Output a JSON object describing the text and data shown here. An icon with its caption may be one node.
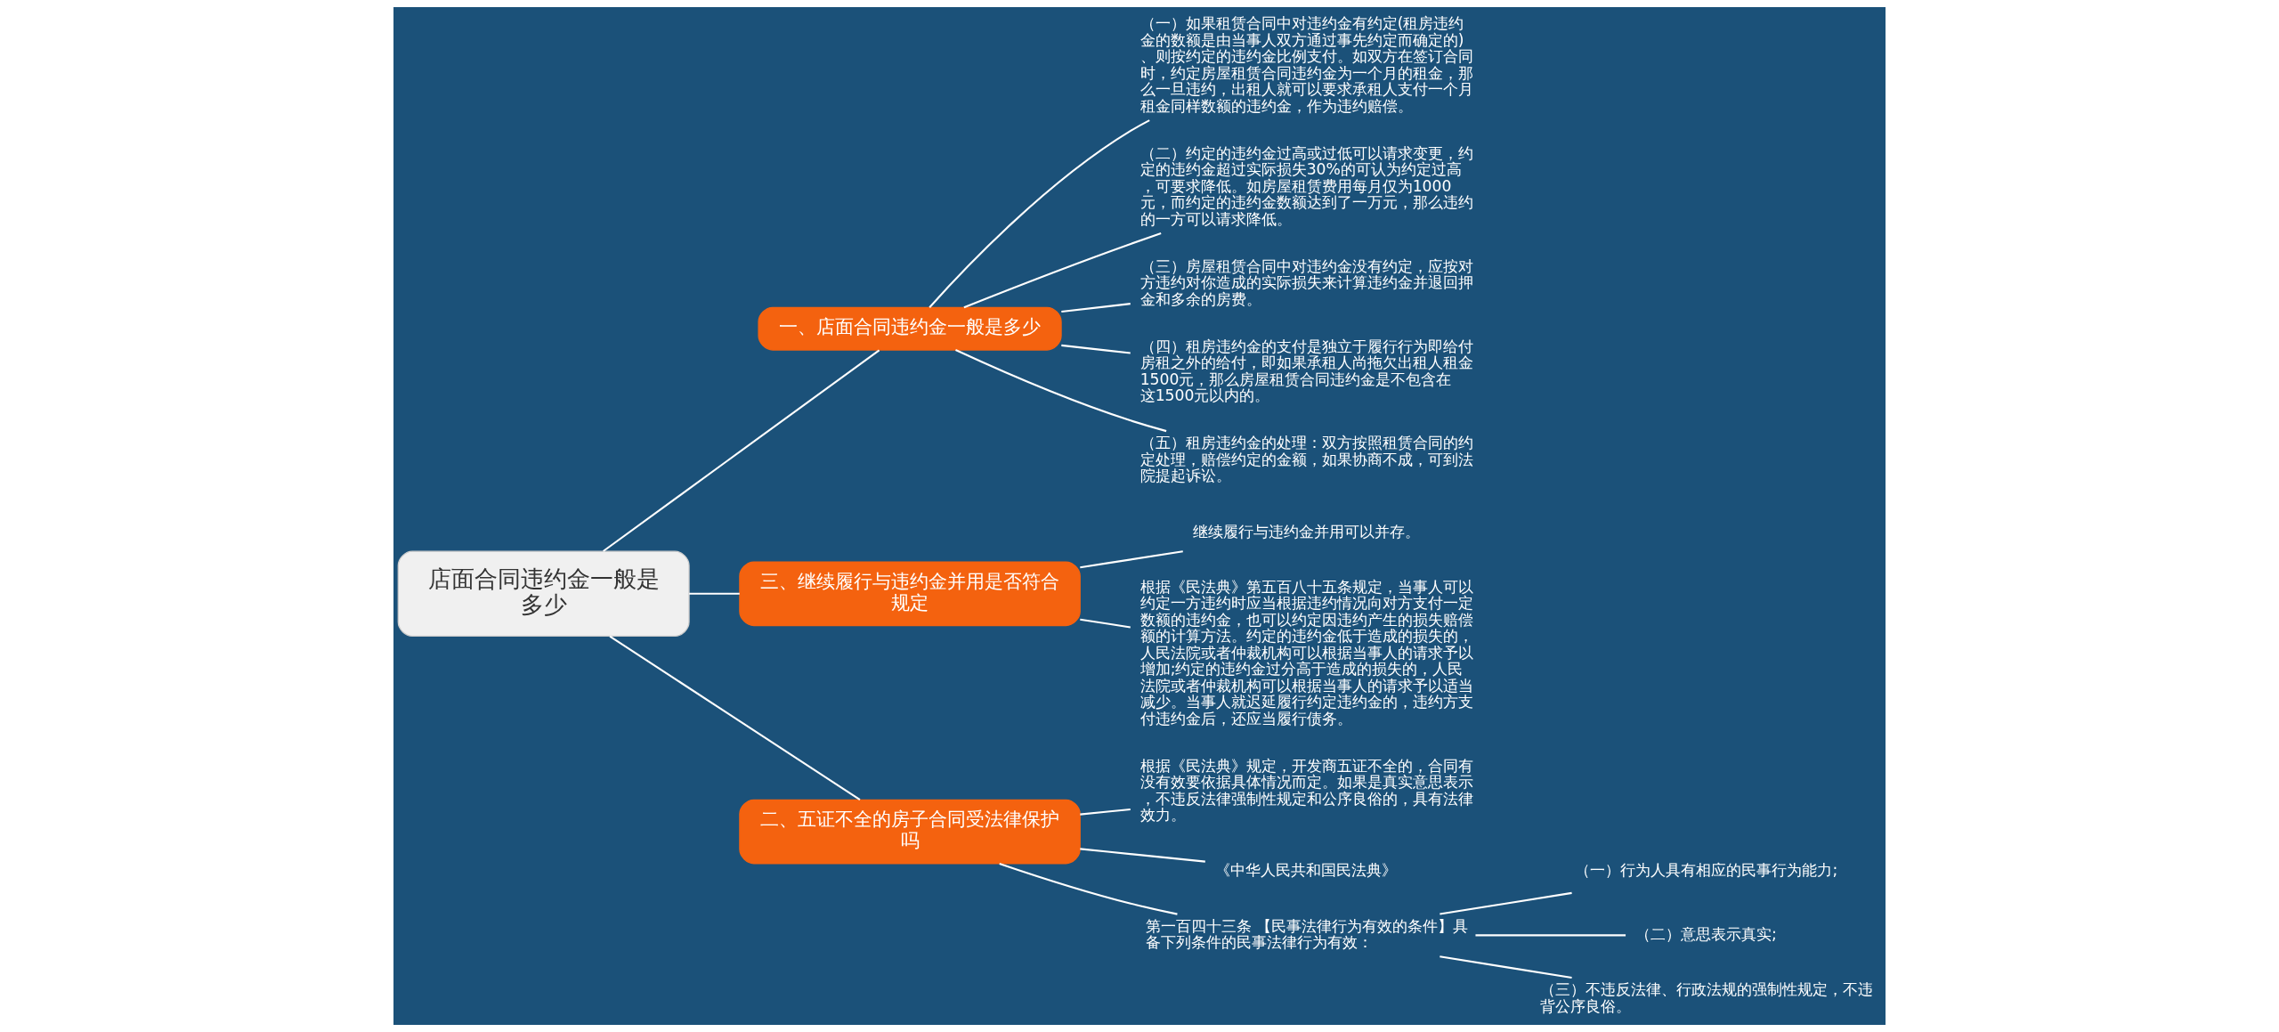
{
  "diagram": {
    "nodes": [
      {
        "text": [
          "店面合同违约金一般是多少"
        ]
      },
      {
        "text": [
          "一、店面合同违约金一般是多少"
        ]
      },
      {
        "text": [
          "（一）如果租赁合同中对违约金有约定(租房违约金的数额是由当事人双方通过事先约定而确定的)、则按约定的违约金比例支付。如双方在签订合同时，约定房屋租赁合同违约金为一个月的租金，那么一旦违约，出租人就可以要求承租人支付一个月租金同样数额的违约金，作为违约赔偿。"
        ]
      },
      {
        "text": [
          "（二）约定的违约金过高或过低可以请求变更，约定的违约金超过实际损失30%的可认为约定过高，可要求降低。如房屋租赁费用每月仅为1000元，而约定的违约金数额达到了一万元，那么违约的一方可以请求降低。"
        ]
      },
      {
        "text": [
          "（三）房屋租赁合同中对违约金没有约定，应按对方违约对你造成的实际损失来计算违约金并退回押金和多余的房费。"
        ]
      },
      {
        "text": [
          "（四）租房违约金的支付是独立于履行行为即给付房租之外的给付，即如果承租人尚拖欠出租人租金1500元，那么房屋租赁合同违约金是不包含在这1500元以内的。"
        ]
      },
      {
        "text": [
          "（五）租房违约金的处理：双方按照租赁合同的约定处理，赔偿约定的金额，如果协商不成，可到法院提起诉讼。"
        ]
      },
      {
        "text": [
          "三、继续履行与违约金并用是否符合规定"
        ]
      },
      {
        "text": [
          "继续履行与违约金并用可以并存。"
        ]
      },
      {
        "text": [
          "根据《民法典》第五百八十五条规定，当事人可以约定一方违约时应当根据违约情况向对方支付一定数额的违约金，也可以约定因违约产生的损失赔偿额的计算方法。约定的违约金低于造成的损失的，人民法院或者仲裁机构可以根据当事人的请求予以增加;约定的违约金过分高于造成的损失的，人民法院或者仲裁机构可以根据当事人的请求予以适当减少。当事人就迟延履行约定违约金的，违约方支付违约金后，还应当履行债务。"
        ]
      },
      {
        "text": [
          "二、五证不全的房子合同受法律保护吗"
        ]
      },
      {
        "text": [
          "根据《民法典》规定，开发商五证不全的，合同有没有效要依据具体情况而定。如果是真实意思表示，不违反法律强制性规定和公序良俗的，具有法律效力。"
        ]
      },
      {
        "text": [
          "《中华人民共和国民法典》"
        ]
      },
      {
        "text": [
          "第一百四十三条 【民事法律行为有效的条件】具备下列条件的民事法律行为有效："
        ]
      },
      {
        "text": [
          "（一）行为人具有相应的民事行为能力;"
        ]
      },
      {
        "text": [
          "（二）意思表示真实;"
        ]
      },
      {
        "text": [
          "（三）不违反法律、行政法规的强制性规定，不违背公序良俗。"
        ]
      }
    ],
    "edges": [
      {
        "from": 0,
        "to": 1,
        "arrow": "none"
      },
      {
        "from": 1,
        "to": 2,
        "arrow": "none"
      },
      {
        "from": 1,
        "to": 3,
        "arrow": "none"
      },
      {
        "from": 1,
        "to": 4,
        "arrow": "none"
      },
      {
        "from": 1,
        "to": 5,
        "arrow": "none"
      },
      {
        "from": 1,
        "to": 6,
        "arrow": "none"
      },
      {
        "from": 0,
        "to": 7,
        "arrow": "none"
      },
      {
        "from": 7,
        "to": 8,
        "arrow": "none"
      },
      {
        "from": 7,
        "to": 9,
        "arrow": "none"
      },
      {
        "from": 0,
        "to": 10,
        "arrow": "none"
      },
      {
        "from": 10,
        "to": 11,
        "arrow": "none"
      },
      {
        "from": 10,
        "to": 12,
        "arrow": "none"
      },
      {
        "from": 10,
        "to": 13,
        "arrow": "none"
      },
      {
        "from": 13,
        "to": 14,
        "arrow": "none"
      },
      {
        "from": 13,
        "to": 15,
        "arrow": "none"
      },
      {
        "from": 13,
        "to": 16,
        "arrow": "none"
      }
    ]
  }
}
